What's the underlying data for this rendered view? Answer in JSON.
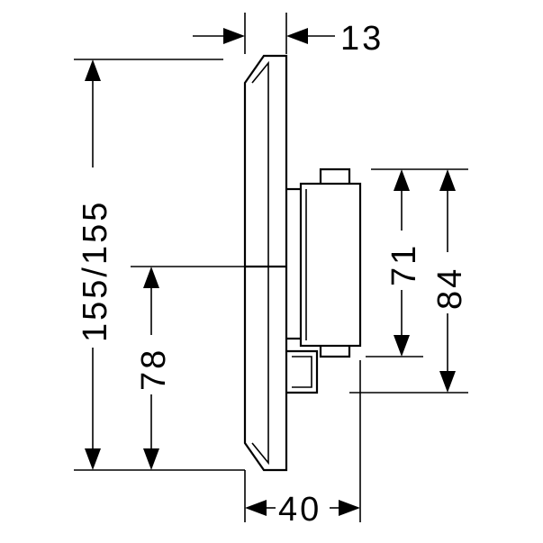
{
  "drawing": {
    "dimensions": {
      "top_offset": "13",
      "overall_height": "155/155",
      "center_height": "78",
      "body_height": "71",
      "body_height_total": "84",
      "depth": "40"
    }
  }
}
